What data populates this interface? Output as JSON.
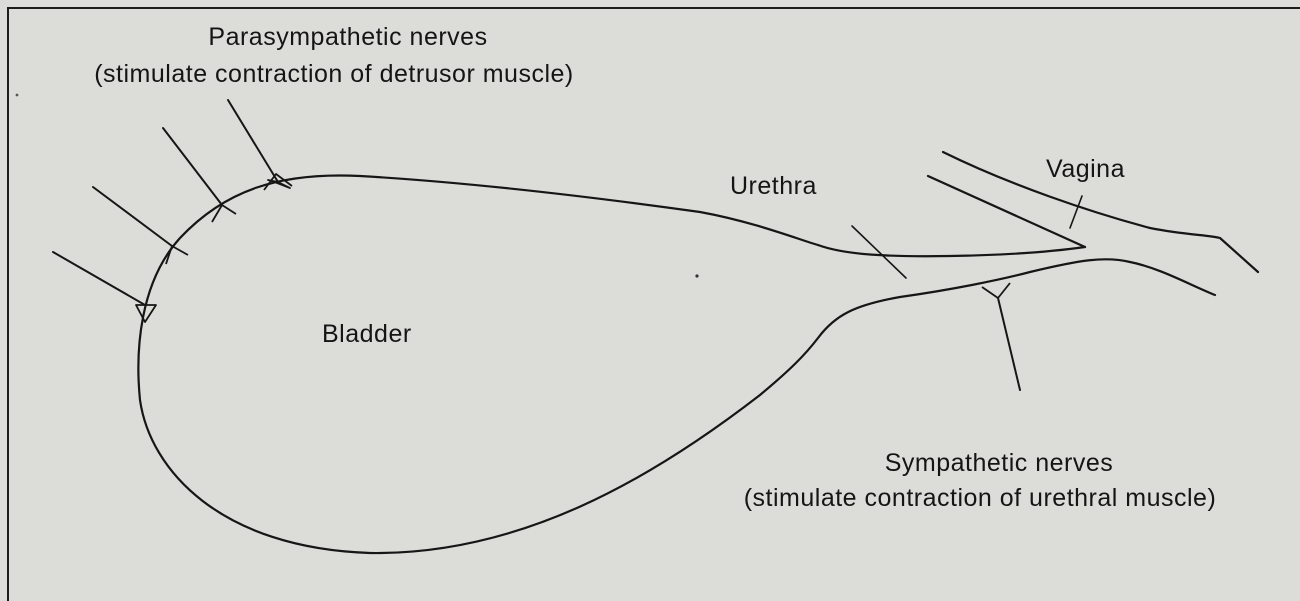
{
  "labels": {
    "parasympathetic_title": "Parasympathetic nerves",
    "parasympathetic_note": "(stimulate contraction of detrusor muscle)",
    "urethra": "Urethra",
    "vagina": "Vagina",
    "bladder": "Bladder",
    "sympathetic_title": "Sympathetic nerves",
    "sympathetic_note": "(stimulate contraction of urethral muscle)"
  }
}
